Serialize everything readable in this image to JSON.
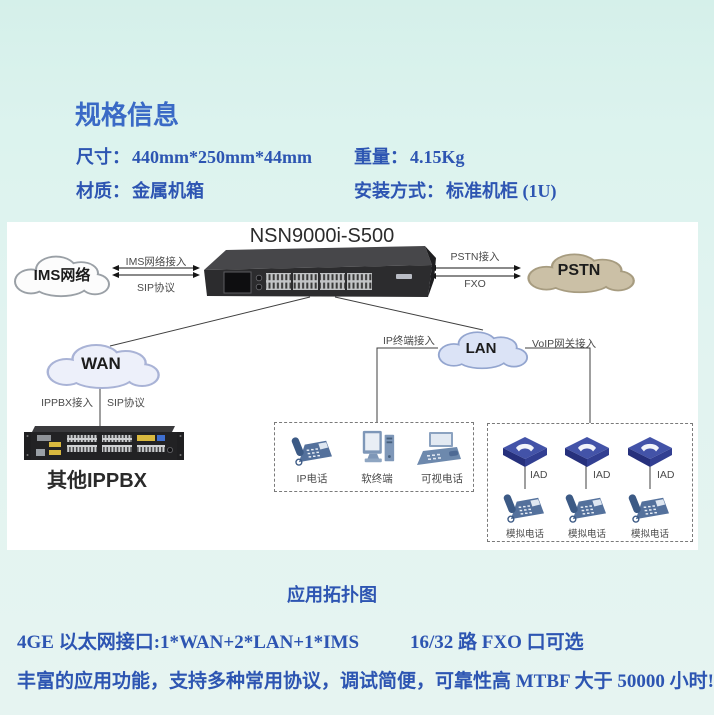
{
  "colors": {
    "accent_blue": "#2d55b2",
    "heading_blue": "#3a6ac6",
    "diagram_text": "#4a4a4a",
    "pstn_cloud_fill": "#cbc0a6",
    "pstn_cloud_edge": "#a79c80",
    "lan_cloud_fill": "#dbe3f6",
    "lan_cloud_edge": "#93a5cf",
    "wan_cloud_fill": "#edf0fa",
    "wan_cloud_edge": "#a9b3d6",
    "ims_cloud_fill": "#fcfcfc",
    "ims_cloud_edge": "#9aa0a6",
    "iad_blue": "#4353a8",
    "phone_blue": "#54719c"
  },
  "specs": {
    "title": "规格信息",
    "dimension_label": "尺寸：",
    "dimension_value": "440mm*250mm*44mm",
    "weight_label": "重量：",
    "weight_value": "4.15Kg",
    "material_label": "材质：",
    "material_value": "金属机箱",
    "mount_label": "安装方式：",
    "mount_value": "标准机柜 (1U)"
  },
  "diagram": {
    "device_title": "NSN9000i-S500",
    "clouds": {
      "ims": "IMS网络",
      "wan": "WAN",
      "lan": "LAN",
      "pstn": "PSTN"
    },
    "links": {
      "ims_access": "IMS网络接入",
      "sip_protocol": "SIP协议",
      "pstn_access": "PSTN接入",
      "fxo": "FXO",
      "ip_terminal_access": "IP终端接入",
      "voip_gateway_access": "VoIP网关接入",
      "ippbx_access": "IPPBX接入",
      "sip_protocol_wan": "SIP协议"
    },
    "other_ippbx_label": "其他IPPBX",
    "terminals": {
      "ip_phone": "IP电话",
      "soft_terminal": "软终端",
      "video_phone": "可视电话"
    },
    "iads": [
      {
        "label": "IAD",
        "phone_label": "模拟电话"
      },
      {
        "label": "IAD",
        "phone_label": "模拟电话"
      },
      {
        "label": "IAD",
        "phone_label": "模拟电话"
      }
    ]
  },
  "footer": {
    "topology_title": "应用拓扑图",
    "ports_line_left": "4GE 以太网接口:1*WAN+2*LAN+1*IMS",
    "ports_line_right": "16/32 路 FXO 口可选",
    "feature_line": "丰富的应用功能，支持多种常用协议，调试简便，可靠性高 MTBF 大于 50000 小时!"
  }
}
